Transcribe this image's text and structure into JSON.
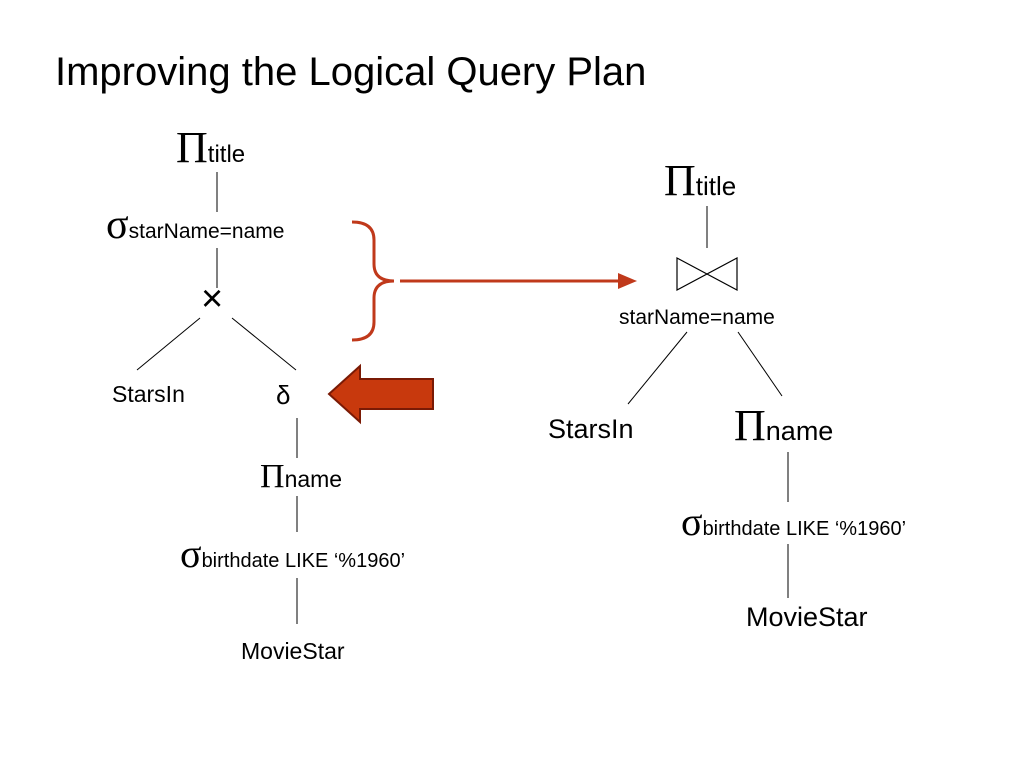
{
  "slide": {
    "title": "Improving the Logical Query Plan"
  },
  "left_tree": {
    "pi_top": {
      "symbol": "Π",
      "sub": "title"
    },
    "sigma_top": {
      "symbol": "σ",
      "sub": "starName=name"
    },
    "cross": "×",
    "stars_in": "StarsIn",
    "delta": "δ",
    "pi_name": {
      "symbol": "Π",
      "sub": "name"
    },
    "sigma_birth": {
      "symbol": "σ",
      "sub": "birthdate LIKE ‘%1960’"
    },
    "movie_star": "MovieStar"
  },
  "right_tree": {
    "pi_top": {
      "symbol": "Π",
      "sub": "title"
    },
    "join_condition": "starName=name",
    "stars_in": "StarsIn",
    "pi_name": {
      "symbol": "Π",
      "sub": "name"
    },
    "sigma_birth": {
      "symbol": "σ",
      "sub": "birthdate LIKE ‘%1960’"
    },
    "movie_star": "MovieStar"
  },
  "colors": {
    "accent": "#c0391b",
    "arrow_fill": "#c8390d",
    "arrow_stroke": "#7a1a05",
    "line": "#000000"
  },
  "icons": {
    "join": "bowtie-join-icon",
    "brace": "right-brace-icon",
    "transform_arrow": "right-arrow-icon",
    "delta_arrow": "left-block-arrow-icon"
  }
}
